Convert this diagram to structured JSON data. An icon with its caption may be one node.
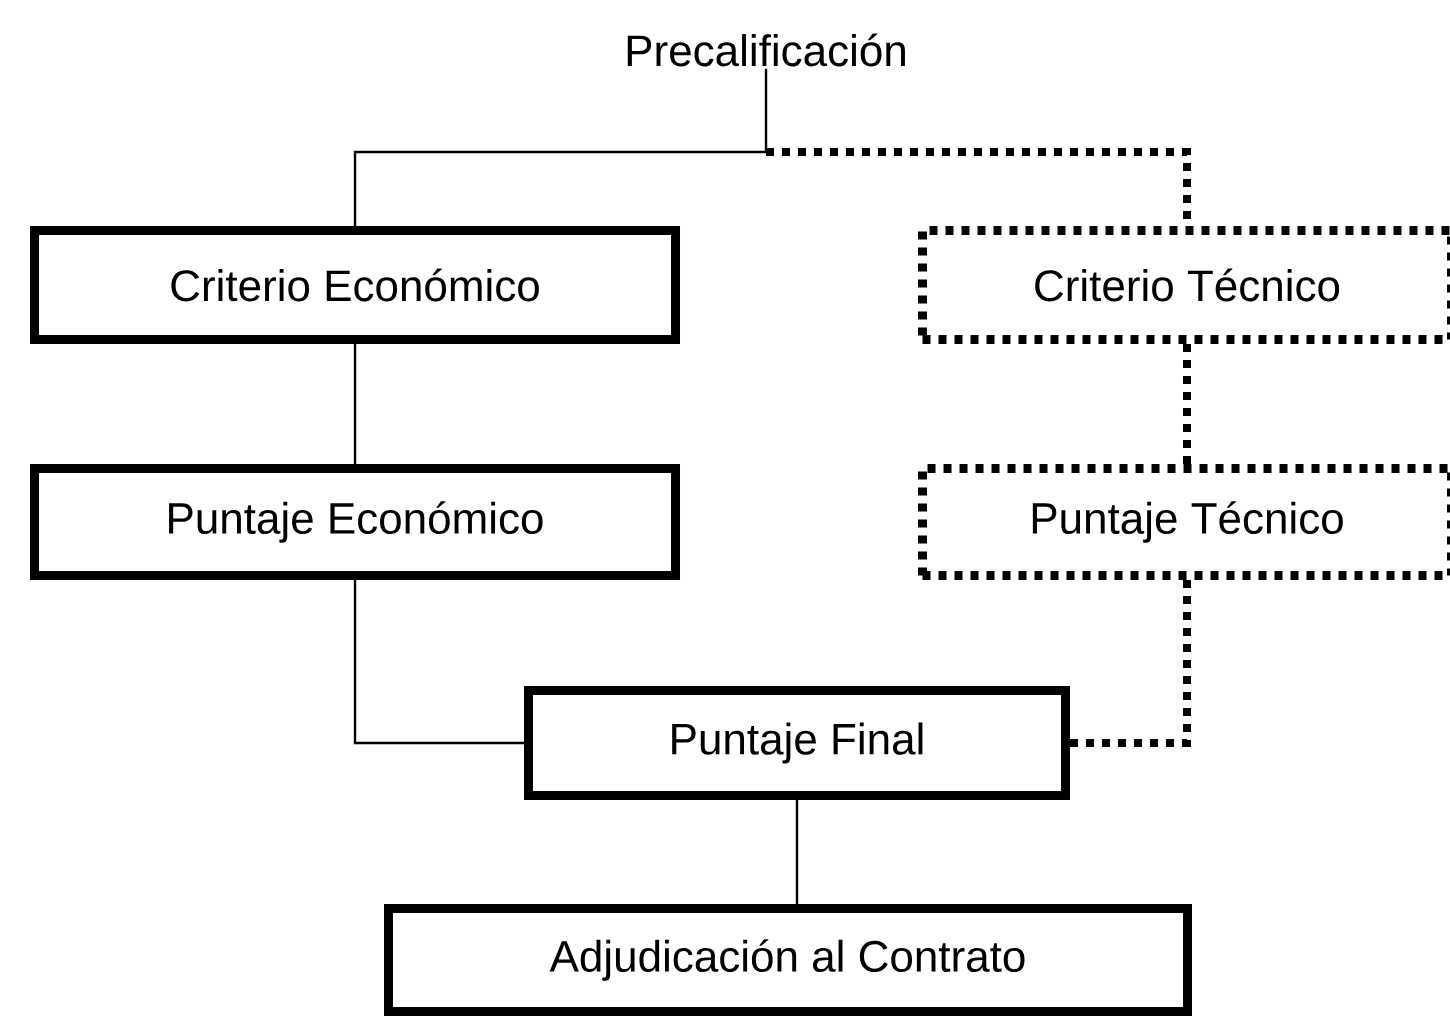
{
  "diagram": {
    "nodes": [
      {
        "text": [
          "Precalificación"
        ]
      },
      {
        "text": [
          "Criterio Económico"
        ]
      },
      {
        "text": [
          "Criterio Técnico"
        ]
      },
      {
        "text": [
          "Puntaje Económico"
        ]
      },
      {
        "text": [
          "Puntaje Técnico"
        ]
      },
      {
        "text": [
          "Puntaje Final"
        ]
      },
      {
        "text": [
          "Adjudicación al Contrato"
        ]
      }
    ],
    "edges": [
      {
        "from": 0,
        "to": 1,
        "arrow": "none"
      },
      {
        "from": 0,
        "to": 2,
        "arrow": "none",
        "style": "dashed"
      },
      {
        "from": 1,
        "to": 3,
        "arrow": "none"
      },
      {
        "from": 2,
        "to": 4,
        "arrow": "none",
        "style": "dashed"
      },
      {
        "from": 3,
        "to": 5,
        "arrow": "none"
      },
      {
        "from": 4,
        "to": 5,
        "arrow": "none",
        "style": "dashed"
      },
      {
        "from": 5,
        "to": 6,
        "arrow": "none"
      }
    ]
  }
}
